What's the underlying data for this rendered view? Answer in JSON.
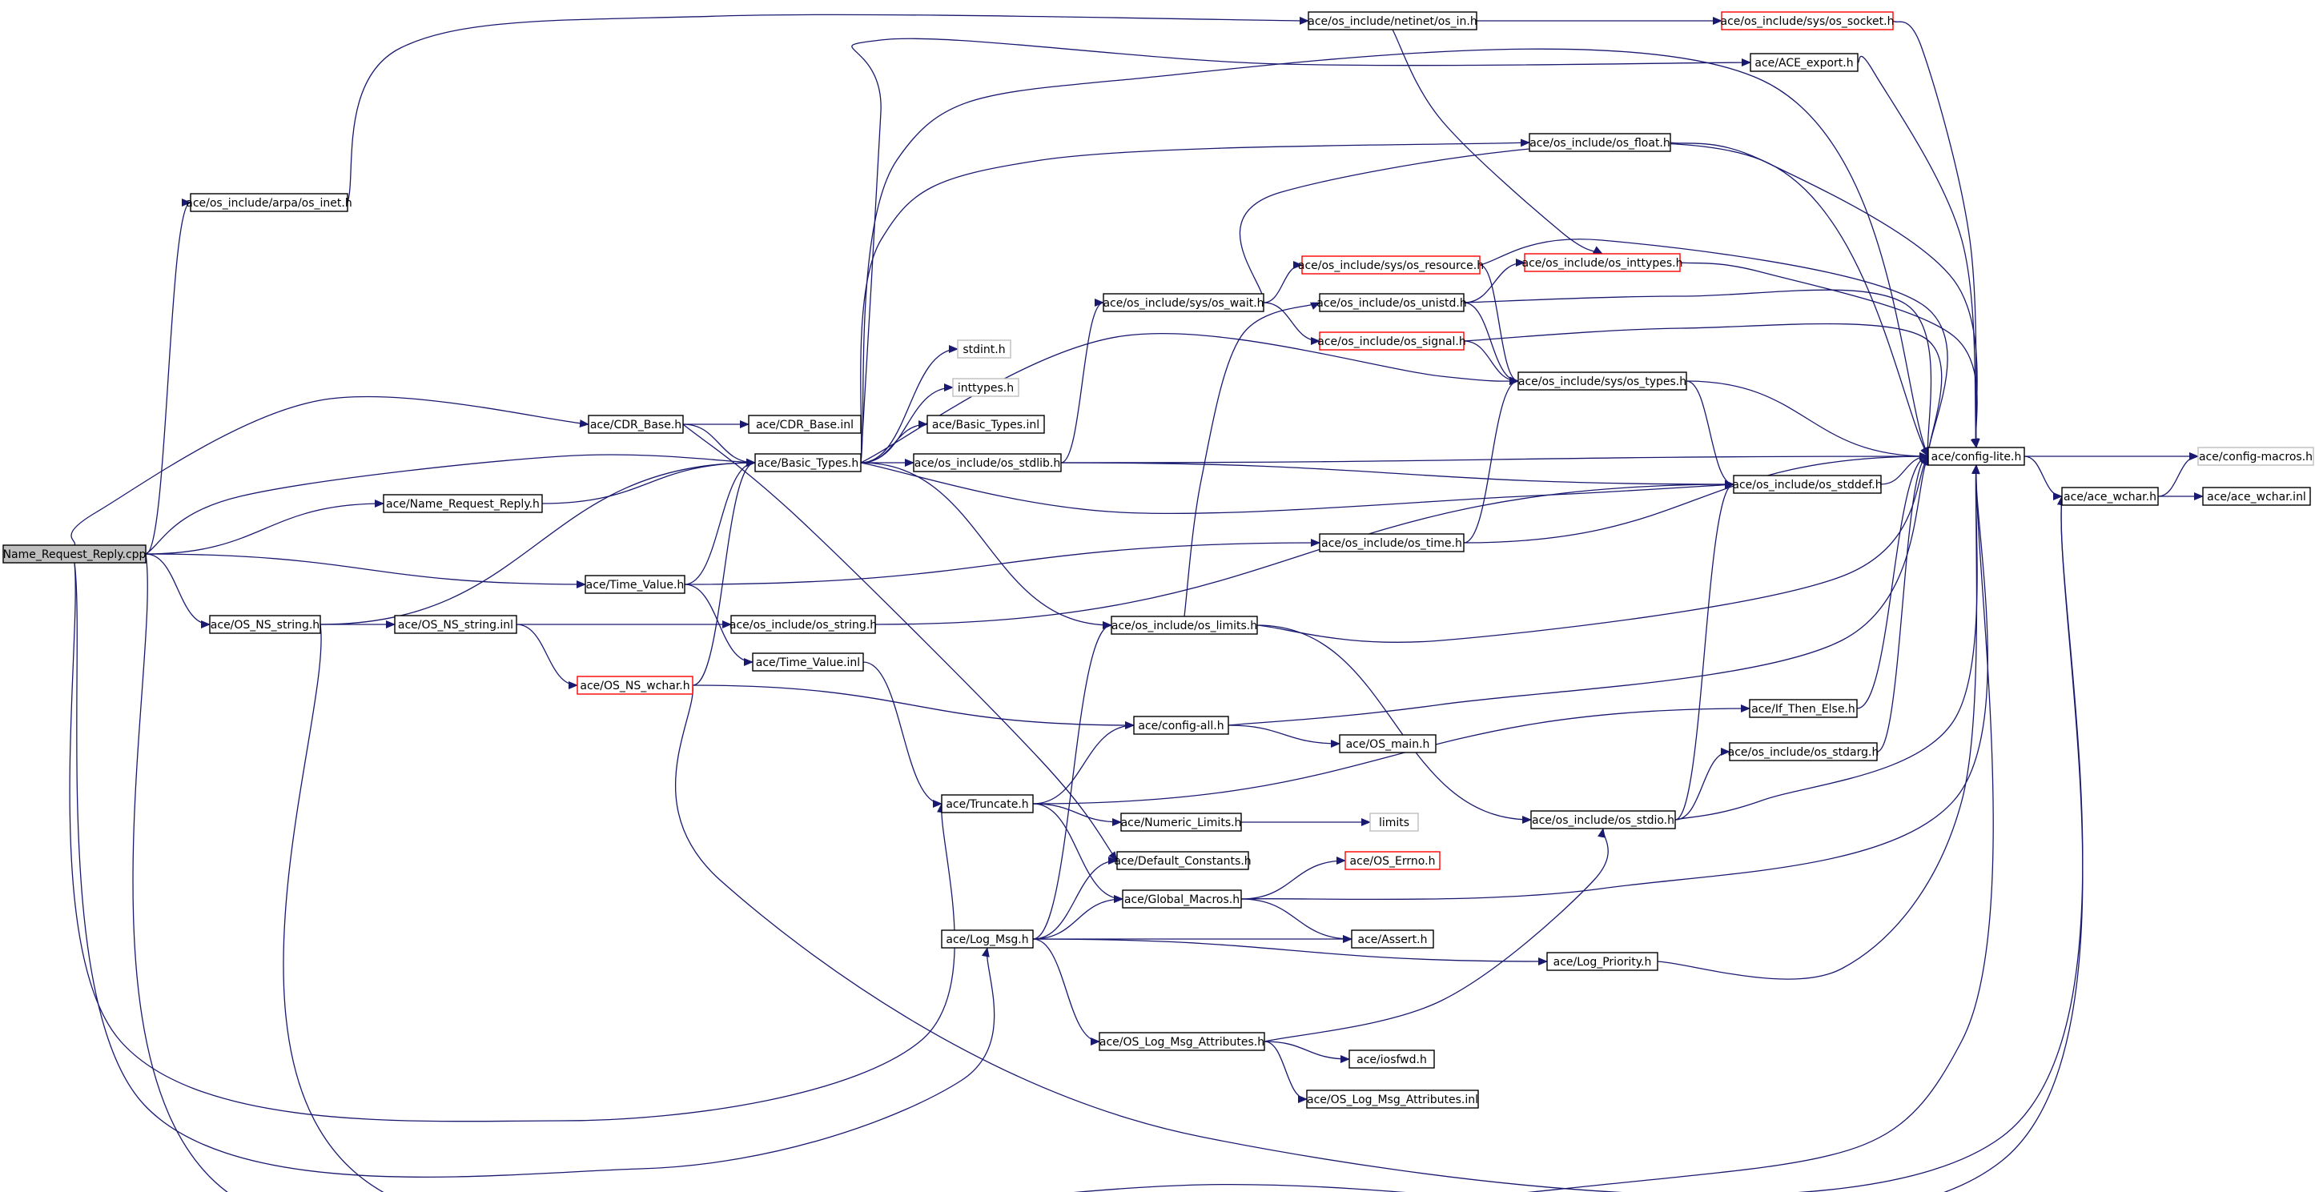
{
  "colors": {
    "edge": "#191970",
    "node_border": "#000000",
    "node_border_red": "#ff0000",
    "node_border_gray": "#bfbfbf",
    "root_fill": "#bfbfbf"
  },
  "nodes": {
    "root": "Name_Request_Reply.cpp",
    "arpa_inet": "ace/os_include/arpa/os_inet.h",
    "netinet_in": "ace/os_include/netinet/os_in.h",
    "sys_socket": "ace/os_include/sys/os_socket.h",
    "ace_export": "ace/ACE_export.h",
    "os_float": "ace/os_include/os_float.h",
    "sys_resource": "ace/os_include/sys/os_resource.h",
    "os_inttypes": "ace/os_include/os_inttypes.h",
    "sys_wait": "ace/os_include/sys/os_wait.h",
    "os_unistd": "ace/os_include/os_unistd.h",
    "os_signal": "ace/os_include/os_signal.h",
    "stdint": "stdint.h",
    "inttypes": "inttypes.h",
    "sys_types": "ace/os_include/sys/os_types.h",
    "cdr_base": "ace/CDR_Base.h",
    "cdr_base_inl": "ace/CDR_Base.inl",
    "basic_types_inl": "ace/Basic_Types.inl",
    "basic_types": "ace/Basic_Types.h",
    "os_stdlib": "ace/os_include/os_stdlib.h",
    "config_lite": "ace/config-lite.h",
    "config_macros": "ace/config-macros.h",
    "os_stddef": "ace/os_include/os_stddef.h",
    "ace_wchar": "ace/ace_wchar.h",
    "ace_wchar_inl": "ace/ace_wchar.inl",
    "name_request_reply": "ace/Name_Request_Reply.h",
    "os_time": "ace/os_include/os_time.h",
    "time_value": "ace/Time_Value.h",
    "os_ns_string": "ace/OS_NS_string.h",
    "os_ns_string_inl": "ace/OS_NS_string.inl",
    "os_string": "ace/os_include/os_string.h",
    "os_limits": "ace/os_include/os_limits.h",
    "time_value_inl": "ace/Time_Value.inl",
    "os_ns_wchar": "ace/OS_NS_wchar.h",
    "config_all": "ace/config-all.h",
    "if_then_else": "ace/If_Then_Else.h",
    "os_main": "ace/OS_main.h",
    "os_stdarg": "ace/os_include/os_stdarg.h",
    "truncate": "ace/Truncate.h",
    "numeric_limits": "ace/Numeric_Limits.h",
    "limits": "limits",
    "os_stdio": "ace/os_include/os_stdio.h",
    "default_constants": "ace/Default_Constants.h",
    "os_errno": "ace/OS_Errno.h",
    "global_macros": "ace/Global_Macros.h",
    "log_msg": "ace/Log_Msg.h",
    "assert": "ace/Assert.h",
    "log_priority": "ace/Log_Priority.h",
    "os_log_msg_attributes": "ace/OS_Log_Msg_Attributes.h",
    "iosfwd": "ace/iosfwd.h",
    "os_log_msg_attributes_inl": "ace/OS_Log_Msg_Attributes.inl"
  }
}
